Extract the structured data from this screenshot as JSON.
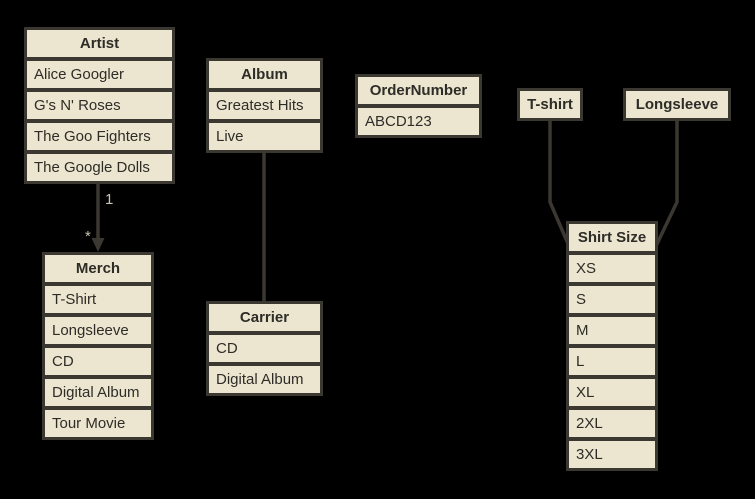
{
  "colors": {
    "background": "#000000",
    "cell_fill": "#ece6d1",
    "cell_text": "#2d2c26",
    "line": "#3a3830",
    "conn_label": "#c9c4b3"
  },
  "tables": {
    "artist": {
      "title": "Artist",
      "rows": [
        "Alice Googler",
        "G's N' Roses",
        "The Goo Fighters",
        "The Google Dolls"
      ]
    },
    "merch": {
      "title": "Merch",
      "rows": [
        "T-Shirt",
        "Longsleeve",
        "CD",
        "Digital Album",
        "Tour Movie"
      ]
    },
    "album": {
      "title": "Album",
      "rows": [
        "Greatest Hits",
        "Live"
      ]
    },
    "carrier": {
      "title": "Carrier",
      "rows": [
        "CD",
        "Digital Album"
      ]
    },
    "order_number": {
      "title": "OrderNumber",
      "rows": [
        "ABCD123"
      ]
    },
    "shirt_size": {
      "title": "Shirt Size",
      "rows": [
        "XS",
        "S",
        "M",
        "L",
        "XL",
        "2XL",
        "3XL"
      ]
    }
  },
  "boxes": {
    "tshirt": {
      "label": "T-shirt"
    },
    "longsleeve": {
      "label": "Longsleeve"
    }
  },
  "connections": {
    "artist_merch": {
      "from": "Artist",
      "to": "Merch",
      "from_label": "1",
      "to_label": "*"
    },
    "album_carrier": {
      "from": "Album",
      "to": "Carrier"
    },
    "tshirt_shirtsize": {
      "from": "T-shirt",
      "to": "Shirt Size"
    },
    "longsleeve_shirtsize": {
      "from": "Longsleeve",
      "to": "Shirt Size"
    }
  }
}
